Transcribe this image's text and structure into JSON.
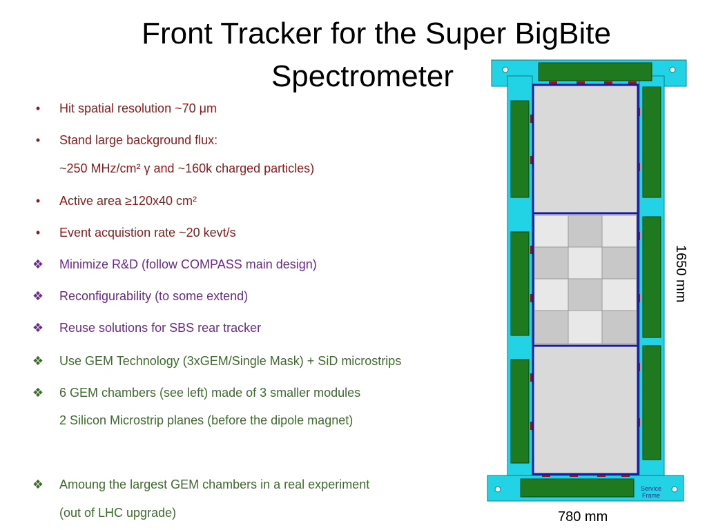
{
  "slide": {
    "title_line1": "Front Tracker for the Super BigBite",
    "title_line2": "Spectrometer"
  },
  "bullets": [
    {
      "marker": "•",
      "color": "red",
      "lines": [
        "Hit spatial resolution ~70 μm"
      ]
    },
    {
      "marker": "•",
      "color": "red",
      "lines": [
        "Stand large background flux:",
        "~250 MHz/cm² γ and ~160k charged particles)"
      ]
    },
    {
      "marker": "•",
      "color": "red",
      "lines": [
        "Active area ≥120x40 cm²"
      ]
    },
    {
      "marker": "•",
      "color": "red",
      "lines": [
        "Event acquistion rate ~20 kevt/s"
      ]
    },
    {
      "marker": "❖",
      "color": "purple",
      "lines": [
        "Minimize R&D (follow COMPASS main design)"
      ]
    },
    {
      "marker": "❖",
      "color": "purple",
      "lines": [
        "Reconfigurability (to some extend)"
      ]
    },
    {
      "marker": "❖",
      "color": "purple",
      "lines": [
        "Reuse solutions for SBS rear tracker"
      ]
    },
    {
      "marker": "❖",
      "color": "green",
      "lines": [
        "Use GEM Technology (3xGEM/Single Mask) + SiD microstrips"
      ]
    },
    {
      "marker": "❖",
      "color": "green",
      "lines": [
        "6 GEM chambers (see left) made of 3 smaller modules",
        "2 Silicon Microstrip planes (before the dipole magnet)"
      ]
    },
    {
      "marker": "❖",
      "color": "green",
      "lines": [
        "Amoung the largest GEM chambers in a real experiment",
        "(out of LHC upgrade)"
      ]
    }
  ],
  "drawing": {
    "service_frame_label_1": "Service",
    "service_frame_label_2": "Frame",
    "height_label": "1650 mm",
    "width_label": "780 mm",
    "colors": {
      "frame": "#22d3e6",
      "board": "#1f7a1f",
      "chamber_border": "#1a1aa0",
      "chamber_fill": "#d9d9d9",
      "cell_light": "#e8e8e8",
      "cell_dark": "#c8c8c8",
      "connector": "#8b1a1a"
    }
  }
}
